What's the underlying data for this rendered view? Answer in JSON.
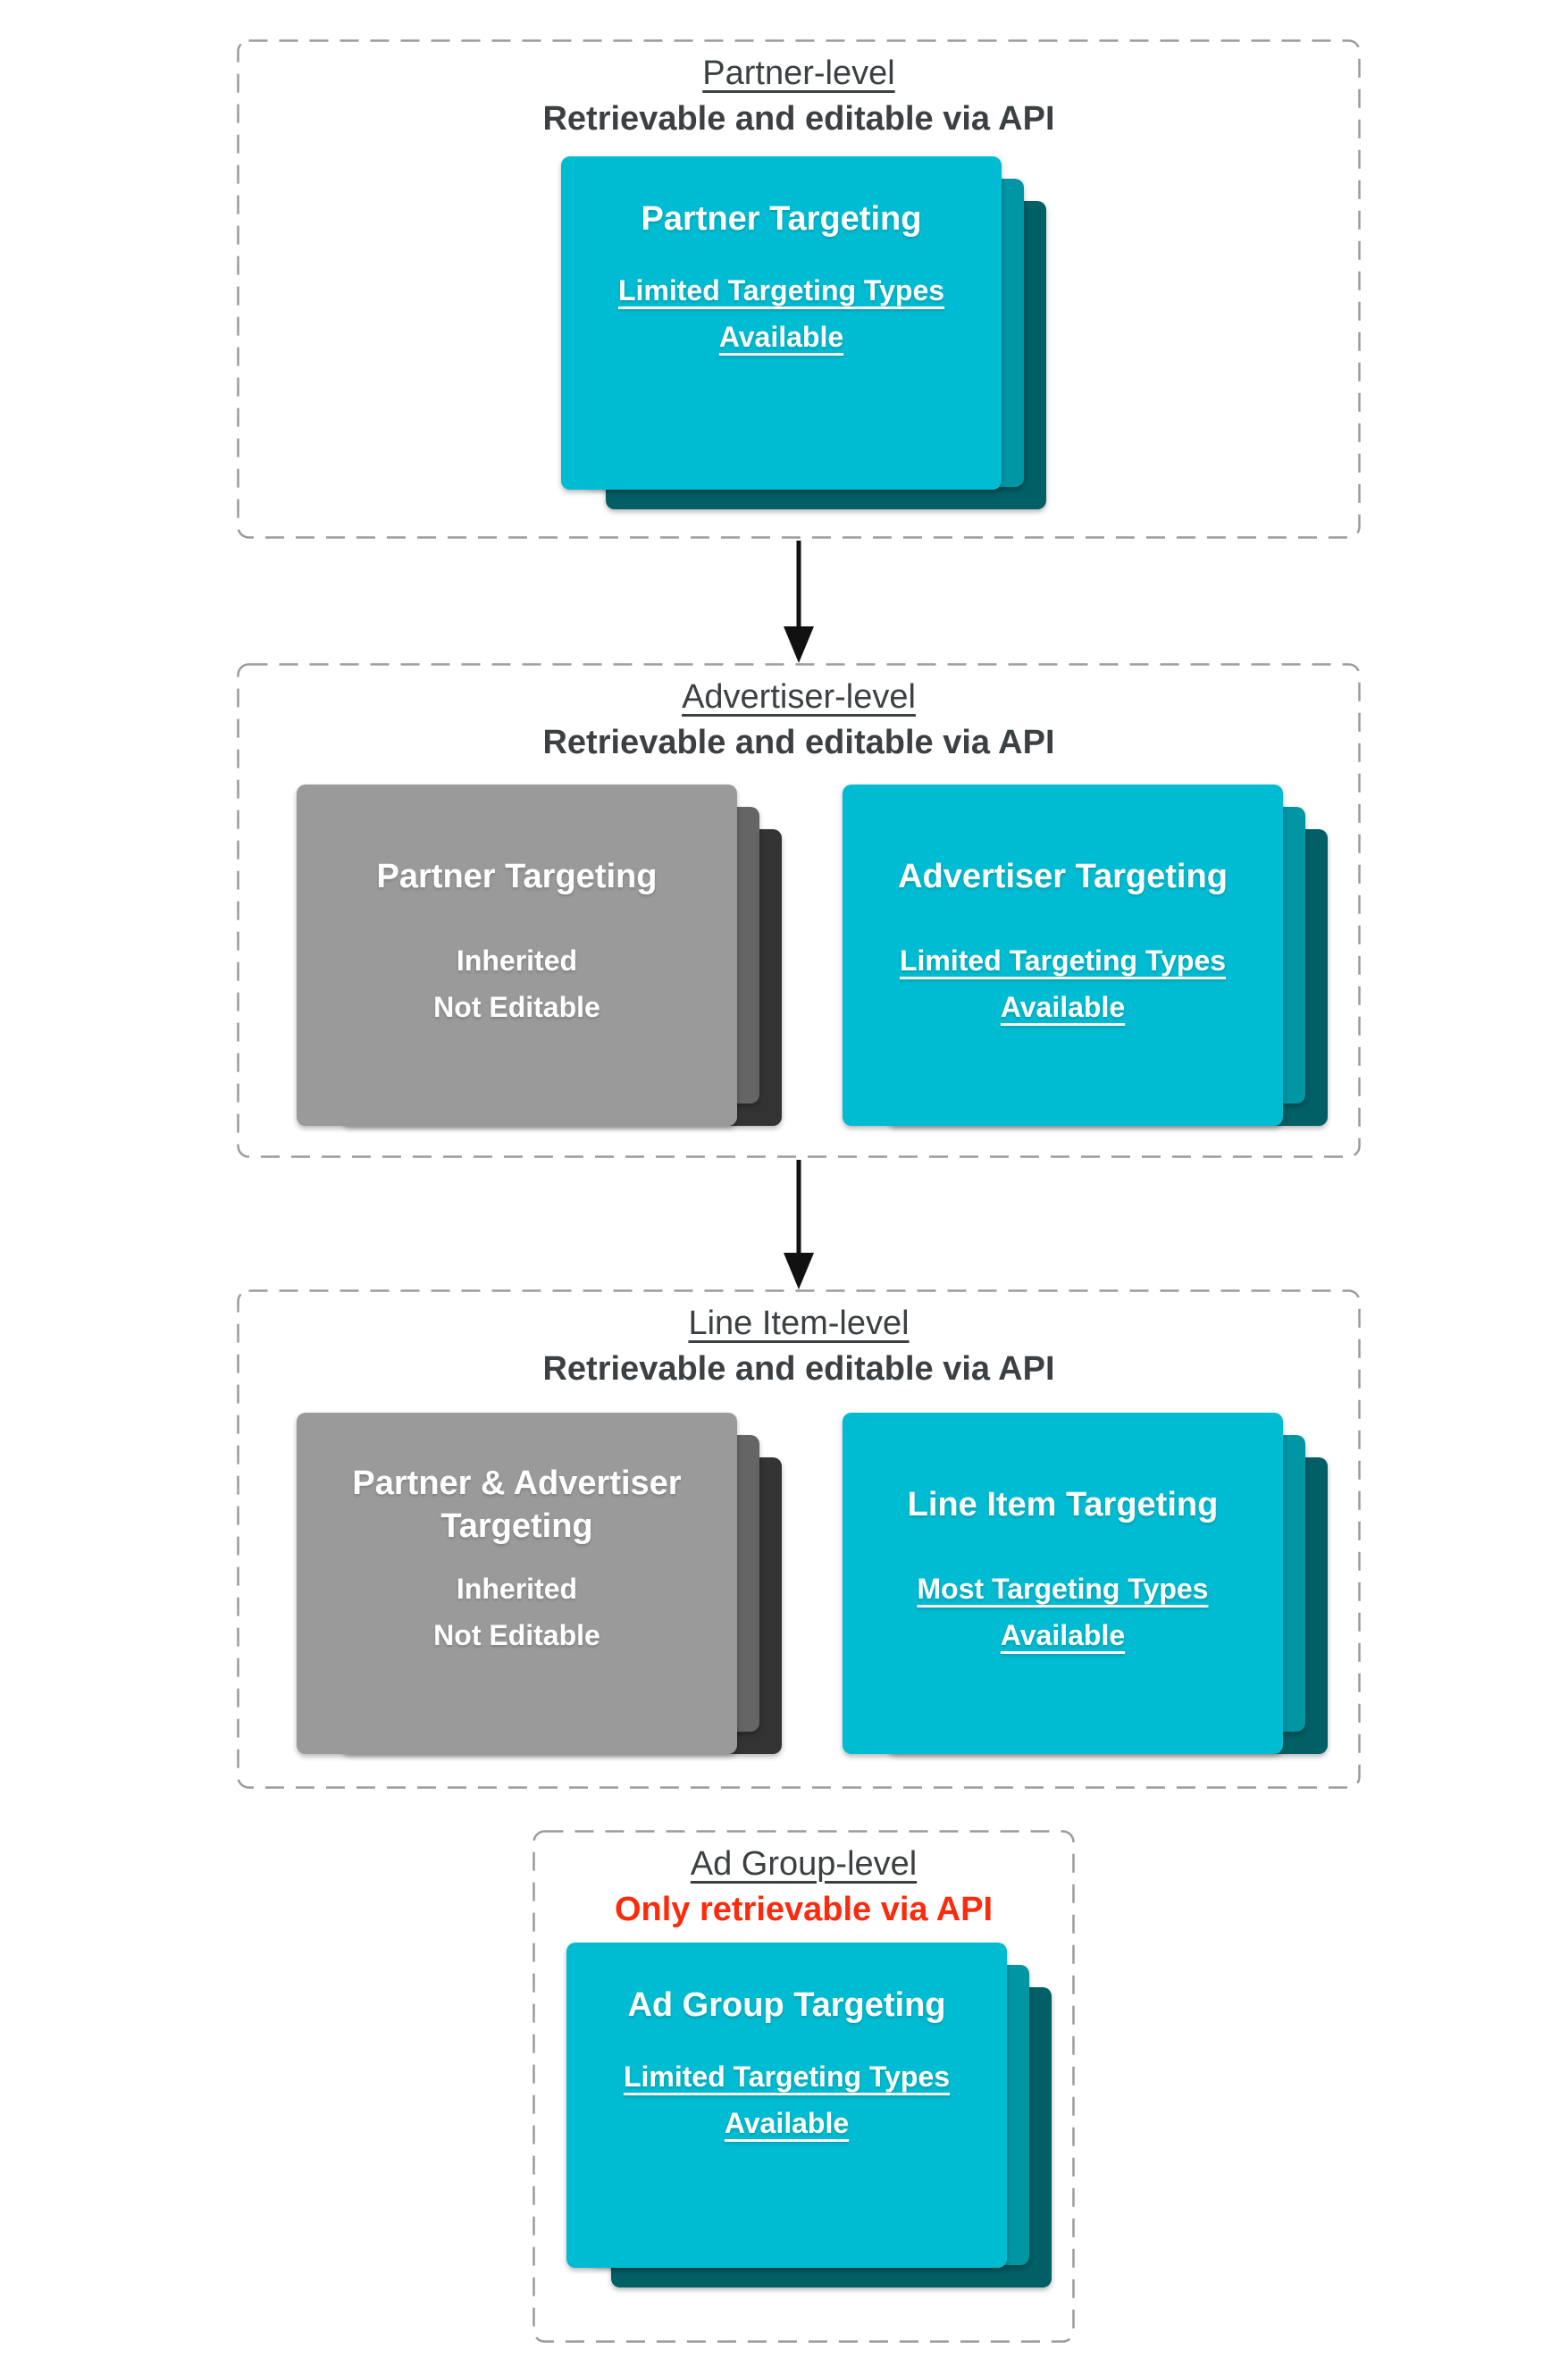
{
  "colors": {
    "heading": "#3c4043",
    "red": "#fb2b0d",
    "cyan_front": "#00bcd2",
    "cyan_mid": "#0096a4",
    "cyan_back": "#015f66",
    "gray_front": "#9a9a9a",
    "gray_mid": "#656565",
    "gray_back": "#333333",
    "dash_border": "#9b9b9b",
    "arrow": "#111111",
    "card_text": "#ffffff"
  },
  "icons": {
    "down_arrow": "↓"
  },
  "sections": [
    {
      "title": "Partner-level",
      "subtitle": "Retrievable and editable via API",
      "cards": [
        {
          "variant": "cyan",
          "title": "Partner Targeting",
          "body_lines": [
            "Limited Targeting Types",
            "Available"
          ],
          "body_underline": true
        }
      ]
    },
    {
      "title": "Advertiser-level",
      "subtitle": "Retrievable and editable via API",
      "cards": [
        {
          "variant": "gray",
          "title": "Partner Targeting",
          "body_lines": [
            "Inherited",
            "Not Editable"
          ],
          "body_underline": false
        },
        {
          "variant": "cyan",
          "title": "Advertiser Targeting",
          "body_lines": [
            "Limited Targeting Types",
            "Available"
          ],
          "body_underline": true
        }
      ]
    },
    {
      "title": "Line Item-level",
      "subtitle": "Retrievable and editable via API",
      "cards": [
        {
          "variant": "gray",
          "title": "Partner & Advertiser Targeting",
          "body_lines": [
            "Inherited",
            "Not Editable"
          ],
          "body_underline": false
        },
        {
          "variant": "cyan",
          "title": "Line Item Targeting",
          "body_lines": [
            "Most Targeting Types",
            "Available"
          ],
          "body_underline": true
        }
      ]
    },
    {
      "title": "Ad Group-level",
      "subtitle": "Only retrievable via API",
      "subtitle_style": "red",
      "cards": [
        {
          "variant": "cyan",
          "title": "Ad Group Targeting",
          "body_lines": [
            "Limited Targeting Types",
            "Available"
          ],
          "body_underline": true
        }
      ]
    }
  ]
}
